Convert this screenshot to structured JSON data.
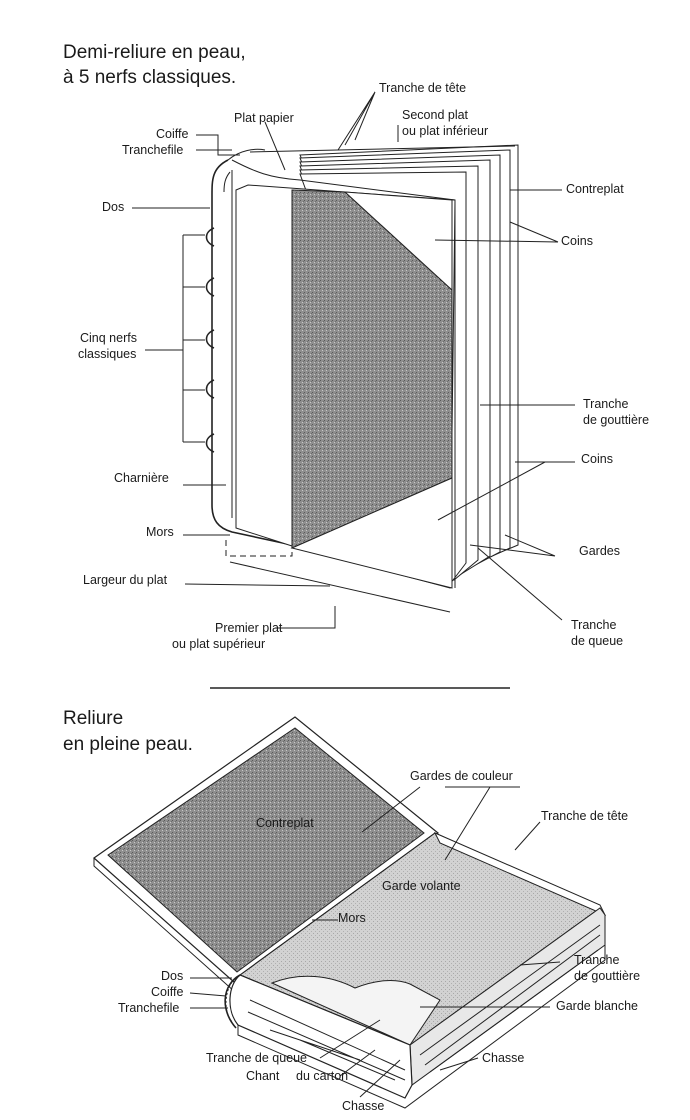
{
  "diagram1": {
    "title_line1": "Demi-reliure en peau,",
    "title_line2": "à 5 nerfs classiques.",
    "labels": {
      "tranche_tete": "Tranche de tête",
      "plat_papier": "Plat papier",
      "second_plat_1": "Second plat",
      "second_plat_2": "ou plat inférieur",
      "coiffe": "Coiffe",
      "tranchefile": "Tranchefile",
      "dos": "Dos",
      "contreplat": "Contreplat",
      "coins_top": "Coins",
      "cinq_nerfs_1": "Cinq nerfs",
      "cinq_nerfs_2": "classiques",
      "tranche_gouttiere_1": "Tranche",
      "tranche_gouttiere_2": "de gouttière",
      "coins_bottom": "Coins",
      "charniere": "Charnière",
      "mors": "Mors",
      "gardes": "Gardes",
      "largeur_plat": "Largeur du plat",
      "premier_plat_1": "Premier plat",
      "premier_plat_2": "ou plat supérieur",
      "tranche_queue_1": "Tranche",
      "tranche_queue_2": "de queue"
    }
  },
  "diagram2": {
    "title_line1": "Reliure",
    "title_line2": "en pleine peau.",
    "labels": {
      "gardes_couleur": "Gardes de couleur",
      "contreplat": "Contreplat",
      "tranche_tete": "Tranche de tête",
      "garde_volante": "Garde volante",
      "mors": "Mors",
      "tranche_gouttiere_1": "Tranche",
      "tranche_gouttiere_2": "de gouttière",
      "dos": "Dos",
      "coiffe": "Coiffe",
      "tranchefile": "Tranchefile",
      "garde_blanche": "Garde blanche",
      "tranche_queue": "Tranche de queue",
      "chant": "Chant",
      "du_carton": "du carton",
      "chasse_right": "Chasse",
      "chasse_bottom": "Chasse"
    }
  },
  "colors": {
    "ink": "#1a1a1a",
    "paper_fill": "#a8a8a8",
    "garde_fill": "#d6d6d6"
  }
}
